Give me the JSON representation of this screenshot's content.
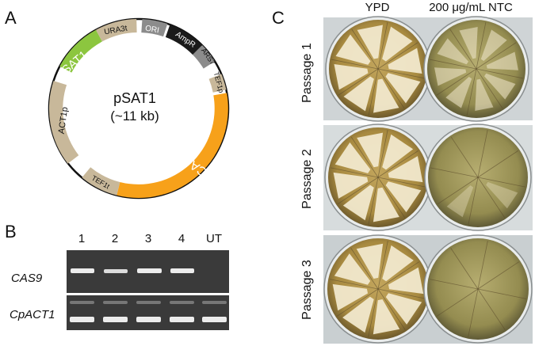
{
  "panels": {
    "A": {
      "label": "A",
      "plasmid_name": "pSAT1",
      "plasmid_size": "(~11 kb)",
      "features": {
        "ura3t": "URA3t",
        "ori": "ORI",
        "ampr": "AmpR",
        "ars7": "ARS7",
        "tef1p": "TEF1p",
        "cas9": "CAS9",
        "tef1t": "TEF1t",
        "act1p": "ACT1p",
        "sat1": "SAT1"
      }
    },
    "B": {
      "label": "B",
      "lanes": [
        "1",
        "2",
        "3",
        "4",
        "UT"
      ],
      "rows": [
        {
          "label": "CAS9"
        },
        {
          "label": "CpACT1"
        }
      ]
    },
    "C": {
      "label": "C",
      "columns": [
        "YPD",
        "200 μg/mL NTC"
      ],
      "rows": [
        "Passage 1",
        "Passage 2",
        "Passage 3"
      ]
    }
  },
  "colors": {
    "sat1": "#8cc63f",
    "cas9": "#f7a11a",
    "tan": "#c8b89a",
    "grey": "#8c8c8c",
    "black": "#1a1a1a",
    "gel_bg": "#3a3a3a",
    "band": "#ececec"
  }
}
